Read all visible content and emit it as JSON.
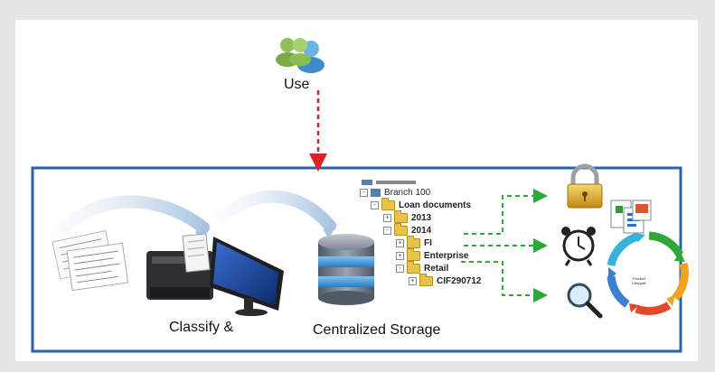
{
  "use_label": "Use",
  "classify_label": "Classify &",
  "storage_label": "Centralized Storage",
  "tree": {
    "branch": "Branch 100",
    "loan_documents": "Loan documents",
    "y2013": "2013",
    "y2014": "2014",
    "fi": "FI",
    "enterprise": "Enterprise",
    "retail": "Retail",
    "cif": "CIF290712"
  },
  "lifecycle_text": "Product Lifecycle",
  "colors": {
    "frame_border": "#2a62a8",
    "dashed_red": "#d62424",
    "dashed_green": "#2fa83a"
  },
  "icons": [
    "users-icon",
    "documents-icon",
    "scanner-icon",
    "monitor-icon",
    "database-icon",
    "lock-icon",
    "office-files-icon",
    "alarm-clock-icon",
    "magnifier-icon",
    "lifecycle-cycle-icon"
  ]
}
